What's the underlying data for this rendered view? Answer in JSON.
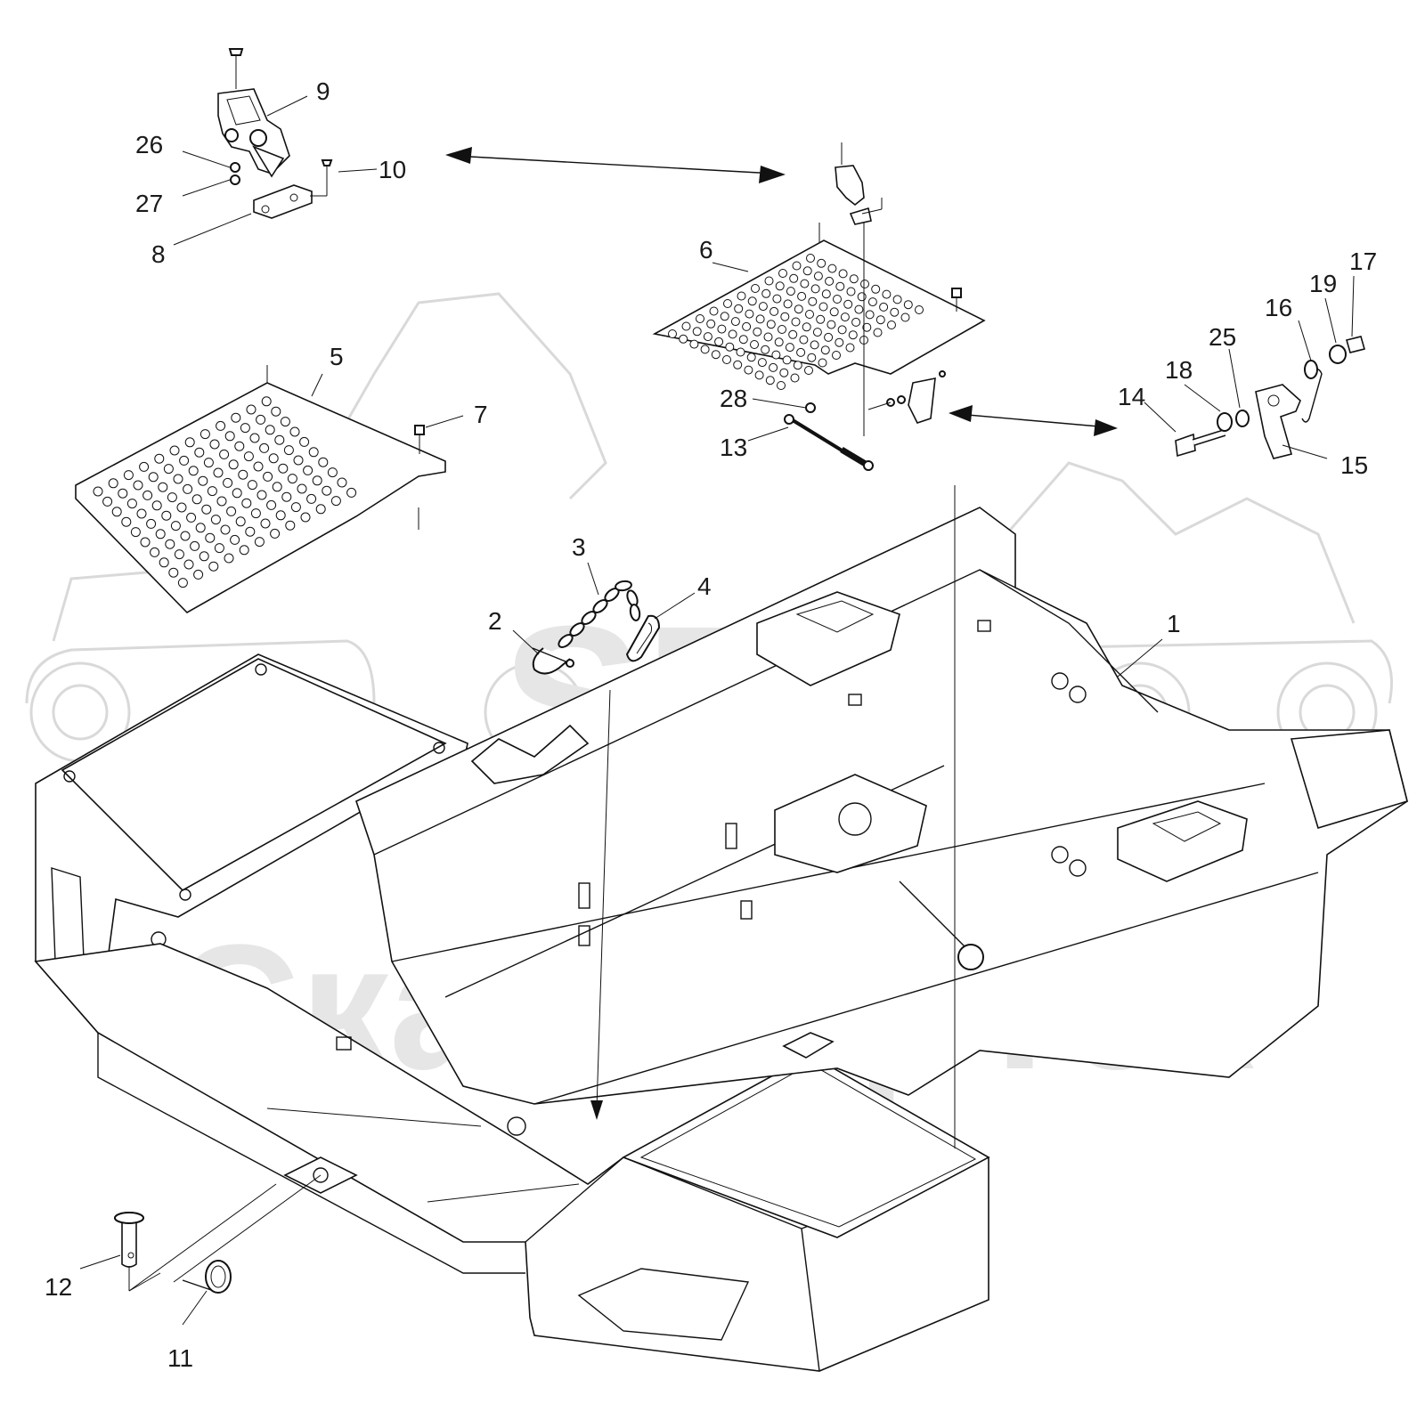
{
  "watermark": {
    "brand": "SFT",
    "company": "СканФорТек"
  },
  "callouts": [
    {
      "id": "1",
      "label": "1"
    },
    {
      "id": "2",
      "label": "2"
    },
    {
      "id": "3",
      "label": "3"
    },
    {
      "id": "4",
      "label": "4"
    },
    {
      "id": "5",
      "label": "5"
    },
    {
      "id": "6",
      "label": "6"
    },
    {
      "id": "7",
      "label": "7"
    },
    {
      "id": "8",
      "label": "8"
    },
    {
      "id": "9",
      "label": "9"
    },
    {
      "id": "10",
      "label": "10"
    },
    {
      "id": "11",
      "label": "11"
    },
    {
      "id": "12",
      "label": "12"
    },
    {
      "id": "13",
      "label": "13"
    },
    {
      "id": "14",
      "label": "14"
    },
    {
      "id": "15",
      "label": "15"
    },
    {
      "id": "16",
      "label": "16"
    },
    {
      "id": "17",
      "label": "17"
    },
    {
      "id": "18",
      "label": "18"
    },
    {
      "id": "19",
      "label": "19"
    },
    {
      "id": "25",
      "label": "25"
    },
    {
      "id": "26",
      "label": "26"
    },
    {
      "id": "27",
      "label": "27"
    },
    {
      "id": "28",
      "label": "28"
    }
  ]
}
